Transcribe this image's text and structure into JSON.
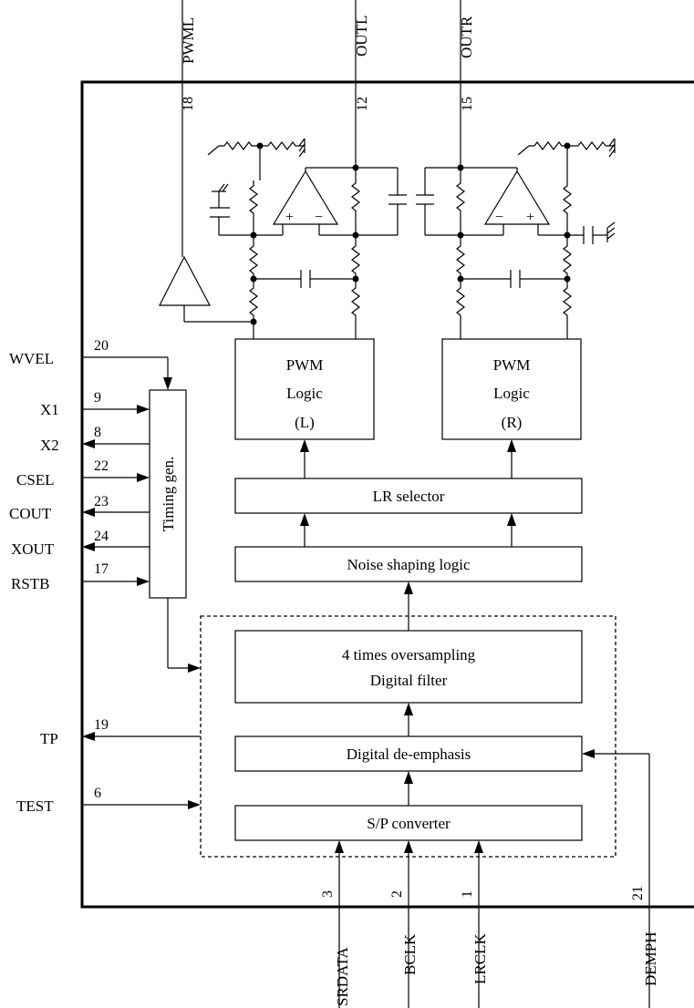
{
  "top_pins": {
    "pwml": {
      "name": "PWML",
      "number": "18"
    },
    "outl": {
      "name": "OUTL",
      "number": "12"
    },
    "outr": {
      "name": "OUTR",
      "number": "15"
    }
  },
  "left_pins": {
    "wvel": {
      "name": "WVEL",
      "number": "20"
    },
    "x1": {
      "name": "X1",
      "number": "9"
    },
    "x2": {
      "name": "X2",
      "number": "8"
    },
    "csel": {
      "name": "CSEL",
      "number": "22"
    },
    "cout": {
      "name": "COUT",
      "number": "23"
    },
    "xout": {
      "name": "XOUT",
      "number": "24"
    },
    "rstb": {
      "name": "RSTB",
      "number": "17"
    },
    "tp": {
      "name": "TP",
      "number": "19"
    },
    "test": {
      "name": "TEST",
      "number": "6"
    }
  },
  "bottom_pins": {
    "srdata": {
      "name": "SRDATA",
      "number": "3"
    },
    "bclk": {
      "name": "BCLK",
      "number": "2"
    },
    "lrclk": {
      "name": "LRCLK",
      "number": "1"
    },
    "demph": {
      "name": "DEMPH",
      "number": "21"
    }
  },
  "blocks": {
    "timing_gen": "Timing gen.",
    "pwm_l": {
      "line1": "PWM",
      "line2": "Logic",
      "line3": "(L)"
    },
    "pwm_r": {
      "line1": "PWM",
      "line2": "Logic",
      "line3": "(R)"
    },
    "lr_selector": "LR selector",
    "noise_shaping": "Noise shaping logic",
    "oversampling": {
      "line1": "4 times oversampling",
      "line2": "Digital filter"
    },
    "de_emphasis": "Digital de-emphasis",
    "sp_converter": "S/P converter"
  },
  "opamp_symbols": {
    "plus": "+",
    "minus": "−"
  }
}
